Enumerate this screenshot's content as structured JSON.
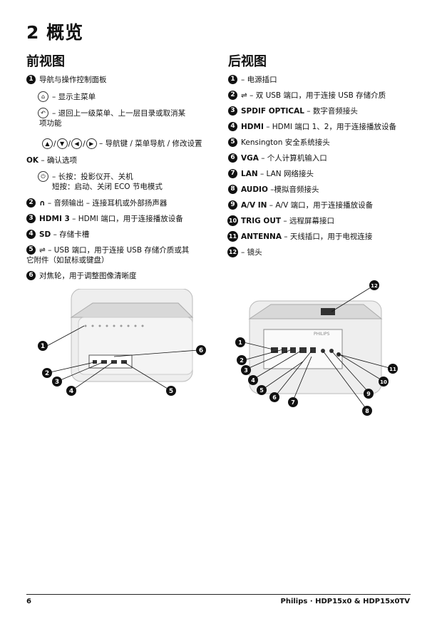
{
  "page_title": "2 概览",
  "front": {
    "heading": "前视图",
    "item1": {
      "num": "1",
      "text": "导航与操作控制面板"
    },
    "home_text": "– 显示主菜单",
    "back_text1": "– 退回上一级菜单、上一层目录或取消某",
    "back_text2": "项功能",
    "nav_sep": "/",
    "nav_text": "– 导航键 / 菜单导航 / 修改设置",
    "ok_label": "OK",
    "ok_text": "– 确认选项",
    "power_text1": "– 长按：投影仪开、关机",
    "power_text2": "短按：启动、关闭 ECO 节电模式",
    "item2": {
      "num": "2",
      "text": "– 音频输出 – 连接耳机或外部扬声器"
    },
    "item3": {
      "num": "3",
      "bold": "HDMI 3",
      "text": " – HDMI 端口，用于连接播放设备"
    },
    "item4": {
      "num": "4",
      "bold": "SD",
      "text": " – 存储卡槽"
    },
    "item5": {
      "num": "5",
      "text1": "– USB 端口，用于连接 USB 存储介质或其",
      "text2": "它附件（如鼠标或键盘）"
    },
    "item6": {
      "num": "6",
      "text": "对焦轮，用于调整图像清晰度"
    }
  },
  "rear": {
    "heading": "后视图",
    "items": [
      {
        "num": "1",
        "bold": "",
        "text": "– 电源插口"
      },
      {
        "num": "2",
        "bold": "",
        "text": "– 双 USB 端口，用于连接 USB 存储介质"
      },
      {
        "num": "3",
        "bold": "SPDIF OPTICAL",
        "text": " – 数字音频接头"
      },
      {
        "num": "4",
        "bold": "HDMI",
        "text": " – HDMI 端口 1、2，用于连接播放设备"
      },
      {
        "num": "5",
        "bold": "",
        "text": "Kensington 安全系统接头"
      },
      {
        "num": "6",
        "bold": "VGA",
        "text": " – 个人计算机输入口"
      },
      {
        "num": "7",
        "bold": "LAN",
        "text": " – LAN 网络接头"
      },
      {
        "num": "8",
        "bold": "AUDIO",
        "text": " –模拟音频接头"
      },
      {
        "num": "9",
        "bold": "A/V IN",
        "text": " – A/V 端口，用于连接播放设备"
      },
      {
        "num": "10",
        "bold": "TRIG OUT",
        "text": " – 远程屏幕接口"
      },
      {
        "num": "11",
        "bold": "ANTENNA",
        "text": " – 天线插口，用于电视连接"
      },
      {
        "num": "12",
        "bold": "",
        "text": "– 镜头"
      }
    ]
  },
  "figure": {
    "front_callouts": [
      "1",
      "2",
      "3",
      "4",
      "5",
      "6"
    ],
    "rear_callouts": [
      "1",
      "2",
      "3",
      "4",
      "5",
      "6",
      "7",
      "8",
      "9",
      "10",
      "11",
      "12"
    ],
    "brand_mark": "PHILIPS"
  },
  "footer": {
    "page_number": "6",
    "product": "Philips · HDP15x0 & HDP15x0TV"
  }
}
